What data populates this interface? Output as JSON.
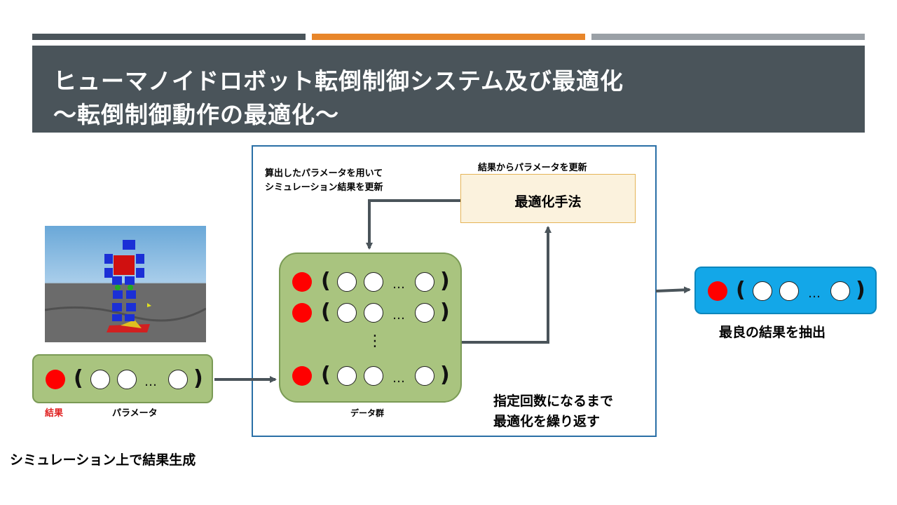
{
  "colors": {
    "bar_dark": "#4a545a",
    "bar_orange": "#e8862a",
    "bar_gray": "#9aa0a6",
    "green_box": "#a9c47f",
    "green_border": "#7a9a55",
    "blue_box": "#13a7e8",
    "optim_box": "#fbf2dd",
    "optim_border": "#e5b457",
    "frame_border": "#2a6fa6",
    "arrow": "#4a545a",
    "red": "#ff0000"
  },
  "title": {
    "line1": "ヒューマノイドロボット転倒制御システム及び最適化",
    "line2": "〜転倒制御動作の最適化〜"
  },
  "labels": {
    "sim_update": "算出したパラメータを用いて",
    "sim_update2": "シミュレーション結果を更新",
    "param_update": "結果からパラメータを更新",
    "optimizer": "最適化手法",
    "data_group": "データ群",
    "repeat1": "指定回数になるまで",
    "repeat2": "最適化を繰り返す",
    "best_extract": "最良の結果を抽出",
    "result": "結果",
    "parameter": "パラメータ",
    "sim_generate": "シミュレーション上で結果生成",
    "vertical_ellipsis": "⋮",
    "ellipsis": "…",
    "paren_open": "(",
    "paren_close": ")"
  }
}
